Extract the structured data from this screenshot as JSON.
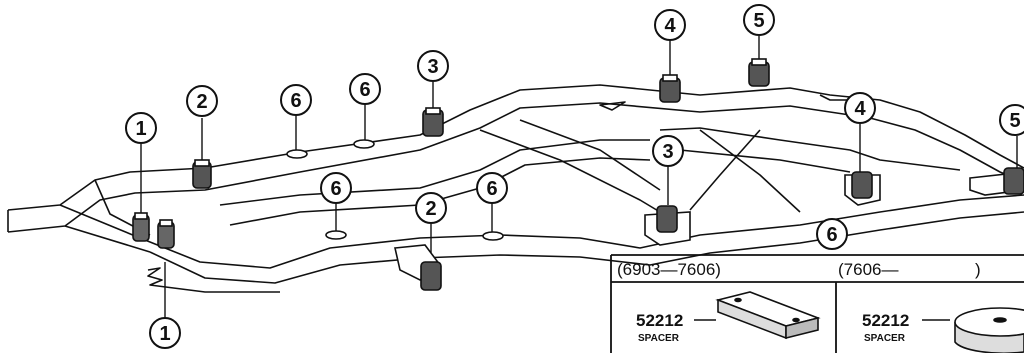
{
  "callouts": [
    "1",
    "2",
    "6",
    "6",
    "3",
    "4",
    "5",
    "4",
    "5",
    "3",
    "6",
    "2",
    "6",
    "1",
    "6"
  ],
  "table": {
    "col1_header": "(6903—7606)",
    "col2_header": "(7606—",
    "col2_header_close": ")",
    "cells": [
      {
        "part_number": "52212",
        "part_name": "SPACER"
      },
      {
        "part_number": "52212",
        "part_name": "SPACER"
      }
    ]
  }
}
